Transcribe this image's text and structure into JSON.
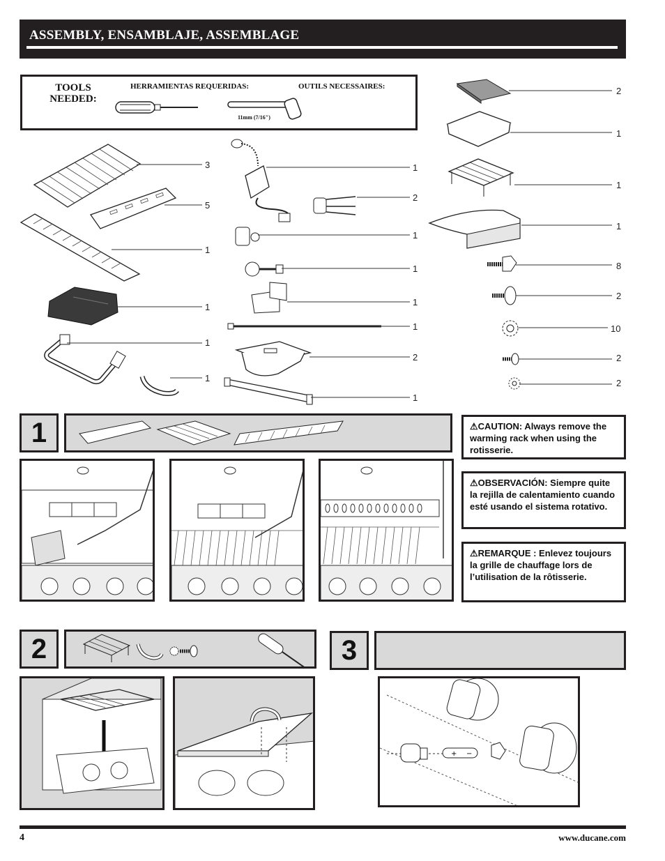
{
  "header": {
    "title": "ASSEMBLY, ENSAMBLAJE, ASSEMBLAGE"
  },
  "tools": {
    "label_en": "TOOLS NEEDED:",
    "label_es": "HERRAMIENTAS REQUERIDAS:",
    "label_fr": "OUTILS NECESSAIRES:",
    "wrench_size": "11mm (7/16\")"
  },
  "parts_left": [
    {
      "name": "cooking-grates",
      "qty": "3"
    },
    {
      "name": "heat-tents",
      "qty": "5"
    },
    {
      "name": "grease-tray",
      "qty": "1"
    },
    {
      "name": "grill-cover",
      "qty": "1"
    },
    {
      "name": "side-handle",
      "qty": "1"
    },
    {
      "name": "door-handle",
      "qty": "1"
    }
  ],
  "parts_mid": [
    {
      "name": "rotisserie-motor",
      "qty": "1"
    },
    {
      "name": "rotisserie-forks",
      "qty": "2"
    },
    {
      "name": "counterbalance",
      "qty": "1"
    },
    {
      "name": "spit-collar",
      "qty": "1"
    },
    {
      "name": "bracket",
      "qty": "1"
    },
    {
      "name": "spit-rod",
      "qty": "1"
    },
    {
      "name": "drip-pan",
      "qty": "2"
    },
    {
      "name": "hanger-bar",
      "qty": "1"
    }
  ],
  "parts_right": [
    {
      "name": "stone",
      "qty": "2"
    },
    {
      "name": "tray",
      "qty": "1"
    },
    {
      "name": "warming-rack",
      "qty": "1"
    },
    {
      "name": "side-shelf-cover",
      "qty": "1"
    },
    {
      "name": "hex-bolt",
      "qty": "8"
    },
    {
      "name": "round-bolt",
      "qty": "2"
    },
    {
      "name": "lock-washer",
      "qty": "10"
    },
    {
      "name": "small-screw",
      "qty": "2"
    },
    {
      "name": "small-washer",
      "qty": "2"
    }
  ],
  "steps": {
    "one": "1",
    "two": "2",
    "three": "3"
  },
  "warnings": {
    "caution": "CAUTION: Always remove the warming rack when using the rotisserie.",
    "observacion": "OBSERVACIÓN: Siempre quite la rejilla de calentamiento cuando esté usando el sistema rotativo.",
    "remarque": "REMARQUE : Enlevez toujours la grille de chauffage lors de l’utilisation de la rôtisserie.",
    "symbol": "⚠"
  },
  "footer": {
    "page": "4",
    "url": "www.ducane.com"
  }
}
